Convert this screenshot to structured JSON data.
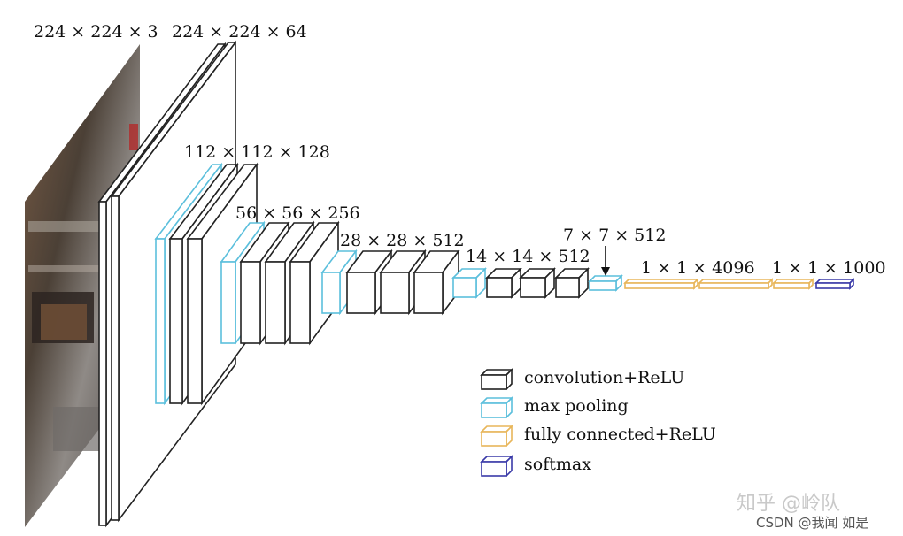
{
  "colors": {
    "conv": "#222222",
    "pool": "#5bbfdc",
    "fc": "#e8b65a",
    "softmax": "#3a3aa8"
  },
  "labels": {
    "input": "224 × 224 × 3",
    "conv1": "224 × 224 × 64",
    "conv2": "112 × 112 × 128",
    "conv3": "56 × 56 × 256",
    "conv4": "28 × 28 × 512",
    "conv5": "14 × 14 × 512",
    "pool5": "7 × 7 × 512",
    "fc": "1 × 1 × 4096",
    "softmax": "1 × 1 × 1000"
  },
  "legend": [
    {
      "key": "conv",
      "label": "convolution+ReLU"
    },
    {
      "key": "pool",
      "label": "max pooling"
    },
    {
      "key": "fc",
      "label": "fully connected+ReLU"
    },
    {
      "key": "softmax",
      "label": "softmax"
    }
  ],
  "watermarks": {
    "zhihu": "知乎 @岭队",
    "csdn": "CSDN @我闻 如是"
  }
}
